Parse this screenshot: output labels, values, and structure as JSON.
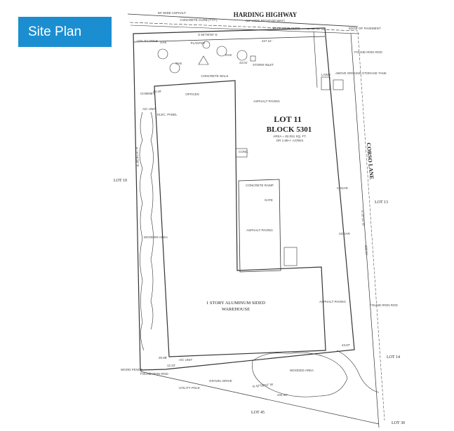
{
  "badge": {
    "label": "Site Plan"
  },
  "roads": {
    "harding": "HARDING HIGHWAY",
    "harding_sub": "(60' WIDE RIGHT-OF-WAY)",
    "corso": "CORSO LANE",
    "row_top": "60' WIDE ASPHALT",
    "top_curb": "CONCRETE CURB (TYP.)",
    "edge_pavement": "EDGE OF PAVEMENT",
    "recessed_curb": "RECESSED CURB"
  },
  "lot": {
    "title": "LOT 11",
    "block": "BLOCK 5301",
    "area": "AREA = 82,051 SQ. FT.",
    "acres": "OR 1.88+/- ACRES"
  },
  "lots": {
    "lot10": "LOT 10",
    "lot13": "LOT 13",
    "lot14": "LOT 14",
    "lot45": "LOT 45",
    "lot30": "LOT 30"
  },
  "bearings": {
    "top": "S 55°00'00\" E",
    "top_dist": "227.21'",
    "left": "N 16°29'38\" E",
    "right": "S 16°15' W",
    "right_dist": "380.51'",
    "bottom": "N 42°58'02\" W",
    "bottom_dist": "234.00'"
  },
  "labels": {
    "warehouse": "1 STORY ALUMINUM SIDED",
    "warehouse2": "WAREHOUSE",
    "offices": "OFFICES",
    "asphalt_paving": "ASPHALT PAVING",
    "concrete_walk": "CONCRETE WALK",
    "concrete_ramp": "CONCRETE RAMP",
    "gate": "GATE",
    "wooded_area": "WOODED AREA",
    "planter": "PLANTER",
    "storm_inlet": "STORM INLET",
    "utility_pole": "UTILITY POLE",
    "gravel_drive": "GRAVEL DRIVE",
    "elec_panel": "ELEC. PANEL",
    "ac_unit": "A/C UNIT",
    "chimney": "CHIMNEY",
    "conc": "CONC.",
    "lawn": "LAWN",
    "ground_storage_tank": "ABOVE GROUND STORAGE TANK",
    "found_iron": "FOUND IRON ROD",
    "oak": "OAK",
    "cedar": "CEDAR",
    "wood_fence": "WOOD FENCE",
    "d_2440": "24.40'",
    "d_2598": "25.98'",
    "d_1222": "12.22'",
    "d_4301": "43.01'",
    "d_4387": "43.87'"
  },
  "colors": {
    "badge": "#1b8ed1",
    "ink": "#333333"
  }
}
